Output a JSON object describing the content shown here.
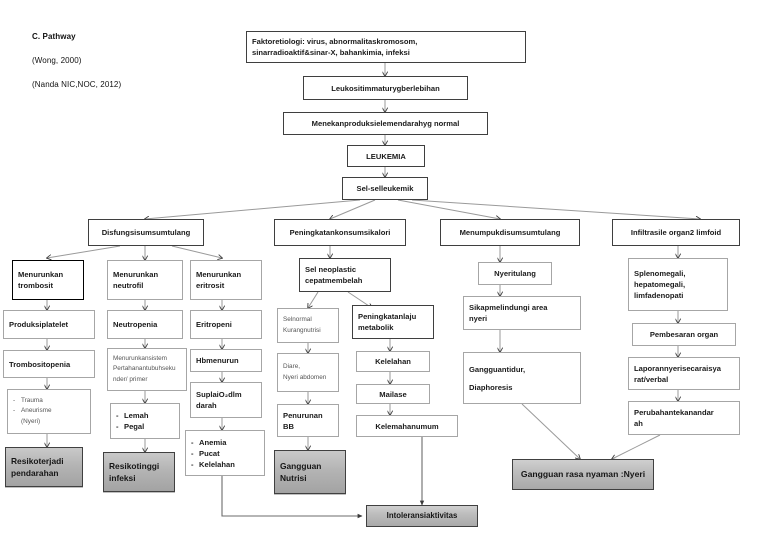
{
  "header": {
    "title": "C. Pathway",
    "source1": "(Wong, 2000)",
    "source2": "(Nanda NIC,NOC, 2012)"
  },
  "colors": {
    "outcome_fill": "#b4b4b4",
    "node_border": "#7d7d7d",
    "edge": "#8a8a8a",
    "text": "#1a1a1a"
  },
  "chart_data": {
    "type": "diagram",
    "title": "C. Pathway",
    "nodes": [
      {
        "id": "etiologi",
        "label_lines": [
          "Faktoretiologi: virus, abnormalitaskromosom,",
          "sinarradioaktif&sinar-X, bahankimia, infeksi"
        ]
      },
      {
        "id": "leukosit",
        "label_lines": [
          "Leukositimmaturygberlebihan"
        ]
      },
      {
        "id": "menekan",
        "label_lines": [
          "Menekanproduksielemendarahyg normal"
        ]
      },
      {
        "id": "leukemia",
        "label_lines": [
          "LEUKEMIA"
        ]
      },
      {
        "id": "selleukemik",
        "label_lines": [
          "Sel-selleukemik"
        ]
      },
      {
        "id": "disfungsi",
        "label_lines": [
          "Disfungsisumsumtulang"
        ]
      },
      {
        "id": "peningkatan_kalori",
        "label_lines": [
          "Peningkatankonsumsikalori"
        ]
      },
      {
        "id": "menumpuk",
        "label_lines": [
          "Menumpukdisumsumtulang"
        ]
      },
      {
        "id": "infiltrasi",
        "label_lines": [
          "Infiltrasile organ2 limfoid"
        ]
      },
      {
        "id": "trombosit",
        "label_lines": [
          "Menurunkan",
          "trombosit"
        ]
      },
      {
        "id": "neutrofil",
        "label_lines": [
          "Menurunkan",
          "neutrofil"
        ]
      },
      {
        "id": "eritrosit",
        "label_lines": [
          "Menurunkan",
          "eritrosit"
        ]
      },
      {
        "id": "platelet",
        "label_lines": [
          "Produksiplatelet"
        ]
      },
      {
        "id": "neutropenia",
        "label_lines": [
          "Neutropenia"
        ]
      },
      {
        "id": "eritropeni",
        "label_lines": [
          "Eritropeni"
        ]
      },
      {
        "id": "trombositopenia",
        "label_lines": [
          "Trombositopenia"
        ]
      },
      {
        "id": "sistem_pertahanan",
        "label_lines": [
          "Menurunkansistem",
          "Pertahanantubuhseku",
          "nder/ primer"
        ]
      },
      {
        "id": "hb_menurun",
        "label_lines": [
          "Hbmenurun"
        ]
      },
      {
        "id": "trauma",
        "label_items": [
          "Trauma",
          "Aneurisme"
        ],
        "label_extra": "(Nyeri)"
      },
      {
        "id": "lemah_pegal",
        "label_items": [
          "Lemah",
          "Pegal"
        ]
      },
      {
        "id": "suplai_o2",
        "label_lines": [
          "SuplaiO₂dlm",
          "darah"
        ]
      },
      {
        "id": "resiko_pendarahan",
        "label_lines": [
          "Resikoterjadi",
          "pendarahan"
        ],
        "outcome": true
      },
      {
        "id": "resiko_infeksi",
        "label_lines": [
          "Resikotinggi",
          "infeksi"
        ],
        "outcome": true
      },
      {
        "id": "anemia_pucat",
        "label_items": [
          "Anemia",
          "Pucat",
          "Kelelahan"
        ]
      },
      {
        "id": "sel_neoplastic",
        "label_lines": [
          "Sel neoplastic",
          "cepatmembelah"
        ]
      },
      {
        "id": "sel_normal",
        "label_lines": [
          "Selnormal",
          "Kurangnutrisi"
        ]
      },
      {
        "id": "laju_metabolik",
        "label_lines": [
          "Peningkatanlaju",
          "metabolik"
        ]
      },
      {
        "id": "diare",
        "label_lines": [
          "Diare,",
          "Nyeri abdomen"
        ]
      },
      {
        "id": "kelelahan",
        "label_lines": [
          "Kelelahan"
        ]
      },
      {
        "id": "mailase",
        "label_lines": [
          "Mailase"
        ]
      },
      {
        "id": "penurunan_bb",
        "label_lines": [
          "Penurunan",
          "BB"
        ]
      },
      {
        "id": "kelemahan_umum",
        "label_lines": [
          "Kelemahanumum"
        ]
      },
      {
        "id": "gangguan_nutrisi",
        "label_lines": [
          "Gangguan",
          "Nutrisi"
        ],
        "outcome": true
      },
      {
        "id": "nyeri_tulang",
        "label_lines": [
          "Nyeritulang"
        ]
      },
      {
        "id": "sikap_melindungi",
        "label_lines": [
          "Sikapmelindungi area",
          "nyeri"
        ]
      },
      {
        "id": "gangguan_tidur",
        "label_lines": [
          "Gangguantidur,",
          "Diaphoresis"
        ]
      },
      {
        "id": "splenomegali",
        "label_lines": [
          "Splenomegali,",
          "hepatomegali,",
          "limfadenopati"
        ]
      },
      {
        "id": "pembesaran",
        "label_lines": [
          "Pembesaran organ"
        ]
      },
      {
        "id": "laporan_nyeri",
        "label_lines": [
          "Laporannyerisecaraisya",
          "rat/verbal"
        ]
      },
      {
        "id": "perubahan_td",
        "label_lines": [
          "Perubahantekanandar",
          "ah"
        ]
      },
      {
        "id": "rasa_nyaman",
        "label_lines": [
          "Gangguan rasa nyaman :Nyeri"
        ],
        "outcome": true
      },
      {
        "id": "intoleransi",
        "label_lines": [
          "Intoleransiaktivitas"
        ],
        "outcome": true
      }
    ],
    "edges": [
      [
        "etiologi",
        "leukosit"
      ],
      [
        "leukosit",
        "menekan"
      ],
      [
        "menekan",
        "leukemia"
      ],
      [
        "leukemia",
        "selleukemik"
      ],
      [
        "selleukemik",
        "disfungsi"
      ],
      [
        "selleukemik",
        "peningkatan_kalori"
      ],
      [
        "selleukemik",
        "menumpuk"
      ],
      [
        "selleukemik",
        "infiltrasi"
      ],
      [
        "disfungsi",
        "trombosit"
      ],
      [
        "disfungsi",
        "neutrofil"
      ],
      [
        "disfungsi",
        "eritrosit"
      ],
      [
        "trombosit",
        "platelet"
      ],
      [
        "platelet",
        "trombositopenia"
      ],
      [
        "trombositopenia",
        "trauma"
      ],
      [
        "trauma",
        "resiko_pendarahan"
      ],
      [
        "neutrofil",
        "neutropenia"
      ],
      [
        "neutropenia",
        "sistem_pertahanan"
      ],
      [
        "sistem_pertahanan",
        "lemah_pegal"
      ],
      [
        "lemah_pegal",
        "resiko_infeksi"
      ],
      [
        "eritrosit",
        "eritropeni"
      ],
      [
        "eritropeni",
        "hb_menurun"
      ],
      [
        "hb_menurun",
        "suplai_o2"
      ],
      [
        "suplai_o2",
        "anemia_pucat"
      ],
      [
        "anemia_pucat",
        "intoleransi"
      ],
      [
        "peningkatan_kalori",
        "sel_neoplastic"
      ],
      [
        "sel_neoplastic",
        "sel_normal"
      ],
      [
        "sel_neoplastic",
        "laju_metabolik"
      ],
      [
        "sel_normal",
        "diare"
      ],
      [
        "diare",
        "penurunan_bb"
      ],
      [
        "penurunan_bb",
        "gangguan_nutrisi"
      ],
      [
        "laju_metabolik",
        "kelelahan"
      ],
      [
        "kelelahan",
        "mailase"
      ],
      [
        "mailase",
        "kelemahan_umum"
      ],
      [
        "kelemahan_umum",
        "intoleransi"
      ],
      [
        "menumpuk",
        "nyeri_tulang"
      ],
      [
        "nyeri_tulang",
        "sikap_melindungi"
      ],
      [
        "sikap_melindungi",
        "gangguan_tidur"
      ],
      [
        "gangguan_tidur",
        "rasa_nyaman"
      ],
      [
        "infiltrasi",
        "splenomegali"
      ],
      [
        "splenomegali",
        "pembesaran"
      ],
      [
        "pembesaran",
        "laporan_nyeri"
      ],
      [
        "laporan_nyeri",
        "perubahan_td"
      ],
      [
        "perubahan_td",
        "rasa_nyaman"
      ]
    ]
  }
}
